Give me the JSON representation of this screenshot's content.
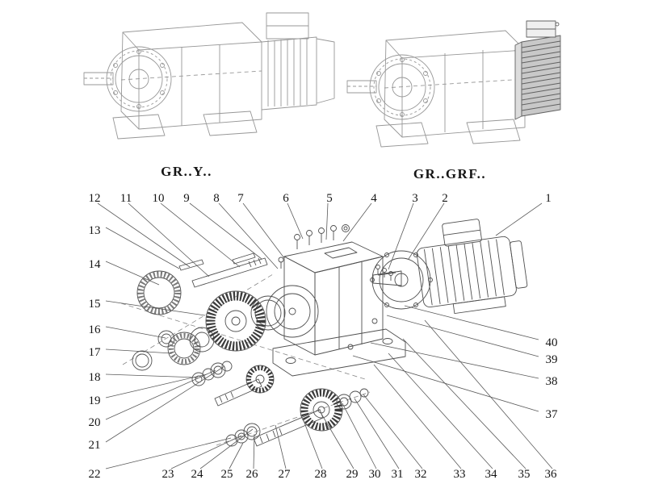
{
  "colors": {
    "background": "#ffffff",
    "illustration_line": "#979797",
    "exploded_line": "#4f4f4f",
    "text": "#151515"
  },
  "variants": [
    {
      "label": "GR..Y.."
    },
    {
      "label": "GR..GRF.."
    }
  ],
  "parts": [
    "1",
    "2",
    "3",
    "4",
    "5",
    "6",
    "7",
    "8",
    "9",
    "10",
    "11",
    "12",
    "13",
    "14",
    "15",
    "16",
    "17",
    "18",
    "19",
    "20",
    "21",
    "22",
    "23",
    "24",
    "25",
    "26",
    "27",
    "28",
    "29",
    "30",
    "31",
    "32",
    "33",
    "34",
    "35",
    "36",
    "37",
    "38",
    "39",
    "40"
  ]
}
